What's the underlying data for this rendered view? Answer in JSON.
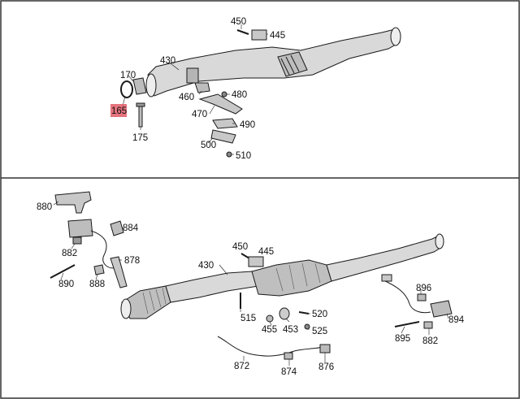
{
  "colors": {
    "highlight": "#e05a66",
    "line": "#1a1a1a",
    "part_fill": "#d9d9d9",
    "part_dark": "#8c8c8c",
    "background": "#ffffff"
  },
  "top_panel": {
    "labels": {
      "p450": "450",
      "p445": "445",
      "p430": "430",
      "p170": "170",
      "p165": "165",
      "p175": "175",
      "p460": "460",
      "p480": "480",
      "p470": "470",
      "p490": "490",
      "p500": "500",
      "p510": "510"
    },
    "highlighted_part": "165"
  },
  "bottom_panel": {
    "labels": {
      "p880": "880",
      "p884": "884",
      "p882a": "882",
      "p878": "878",
      "p890": "890",
      "p888": "888",
      "p450": "450",
      "p445": "445",
      "p430": "430",
      "p515": "515",
      "p455": "455",
      "p453": "453",
      "p520": "520",
      "p525": "525",
      "p872": "872",
      "p874": "874",
      "p876": "876",
      "p896": "896",
      "p894": "894",
      "p895": "895",
      "p882b": "882"
    }
  }
}
